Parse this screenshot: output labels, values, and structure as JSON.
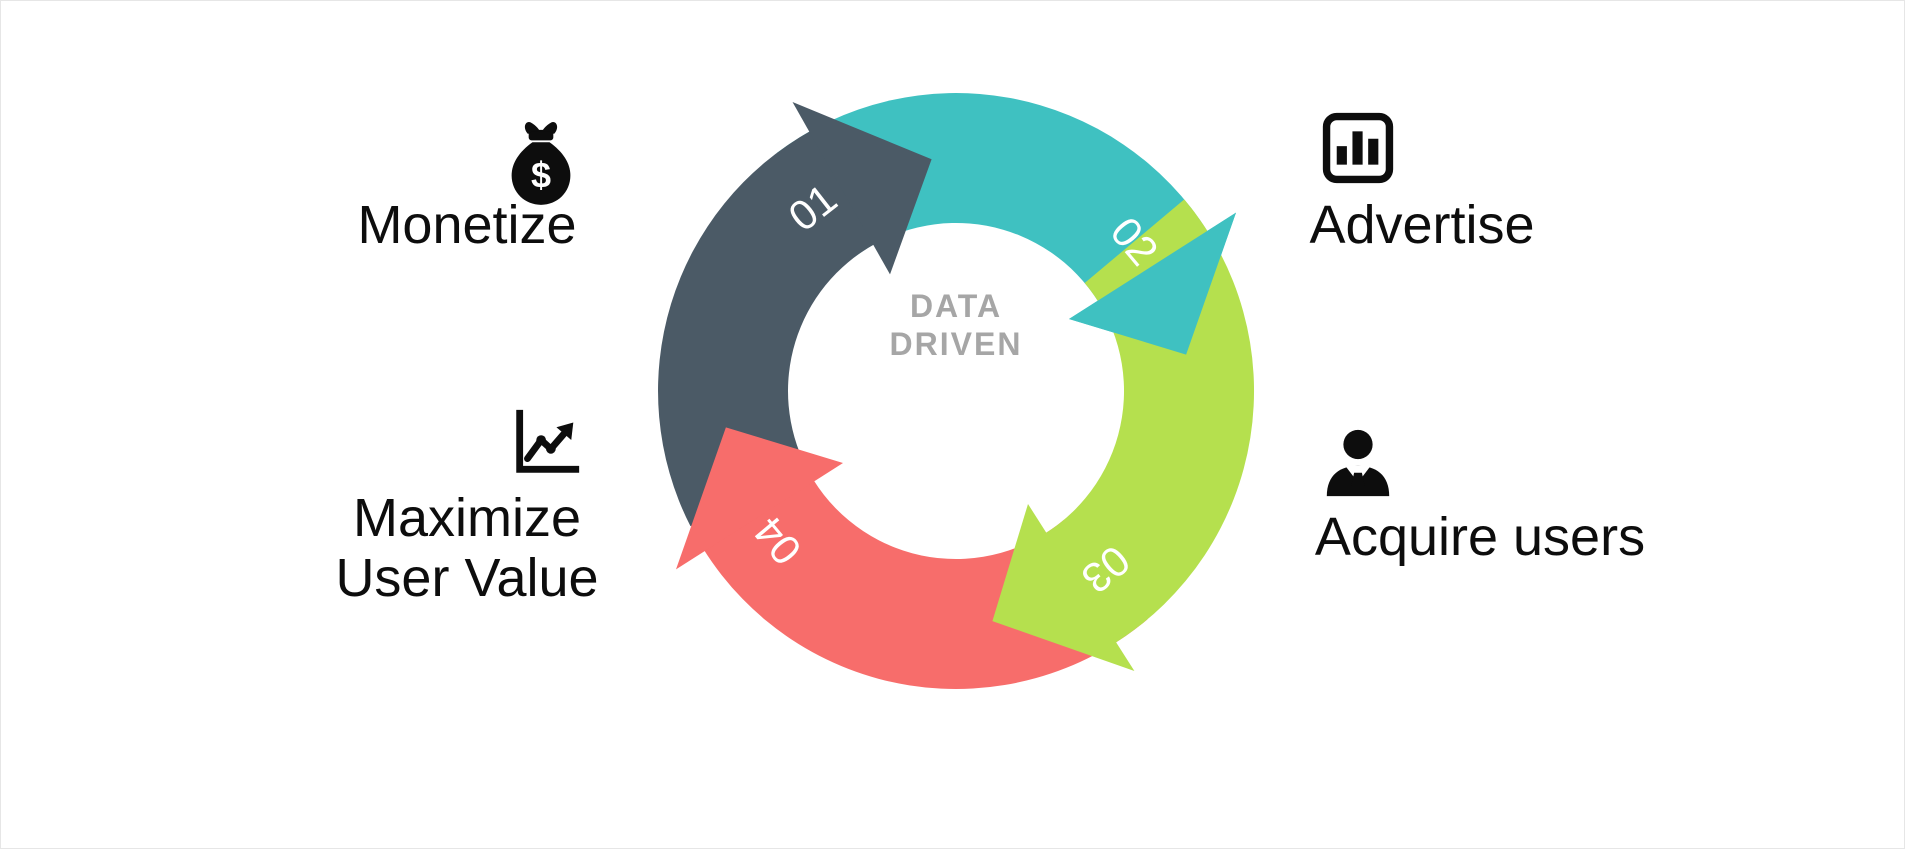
{
  "text_color": "#0d0d0d",
  "diagram": {
    "center_line1": "DATA",
    "center_line2": "DRIVEN",
    "center_color": "#a6a6a6",
    "number_text_color": "#ffffff",
    "segments": [
      {
        "label": "01",
        "color": "#4b5a66"
      },
      {
        "label": "02",
        "color": "#3fc1c1"
      },
      {
        "label": "03",
        "color": "#b5e04e"
      },
      {
        "label": "04",
        "color": "#f76d6b"
      }
    ]
  },
  "items": [
    {
      "icon": "money-bag-icon",
      "label": "Monetize"
    },
    {
      "icon": "bar-chart-icon",
      "label": "Advertise"
    },
    {
      "icon": "user-icon",
      "label": "Acquire users"
    },
    {
      "icon": "line-chart-icon",
      "label_line1": "Maximize",
      "label_line2": "User Value"
    }
  ]
}
